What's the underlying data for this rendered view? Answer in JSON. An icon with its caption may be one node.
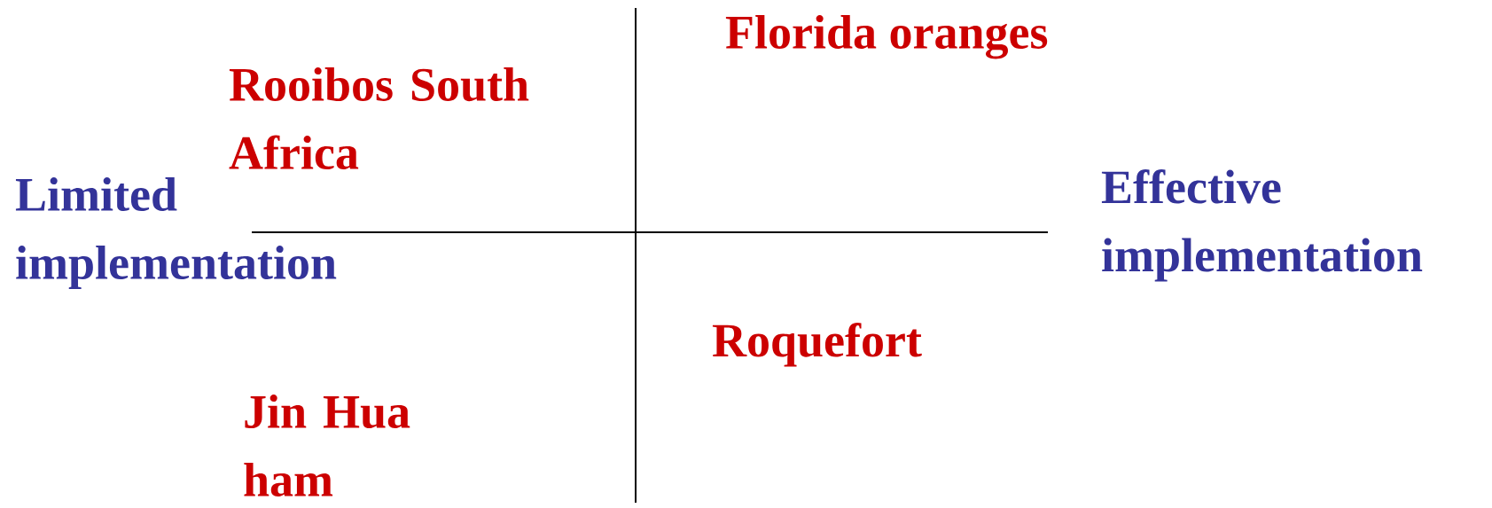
{
  "diagram": {
    "labels": [
      "Florida oranges",
      "Rooibos South Africa",
      "Limited implementation",
      "Effective implementation",
      "Roquefort",
      "Jin Hua ham"
    ]
  }
}
